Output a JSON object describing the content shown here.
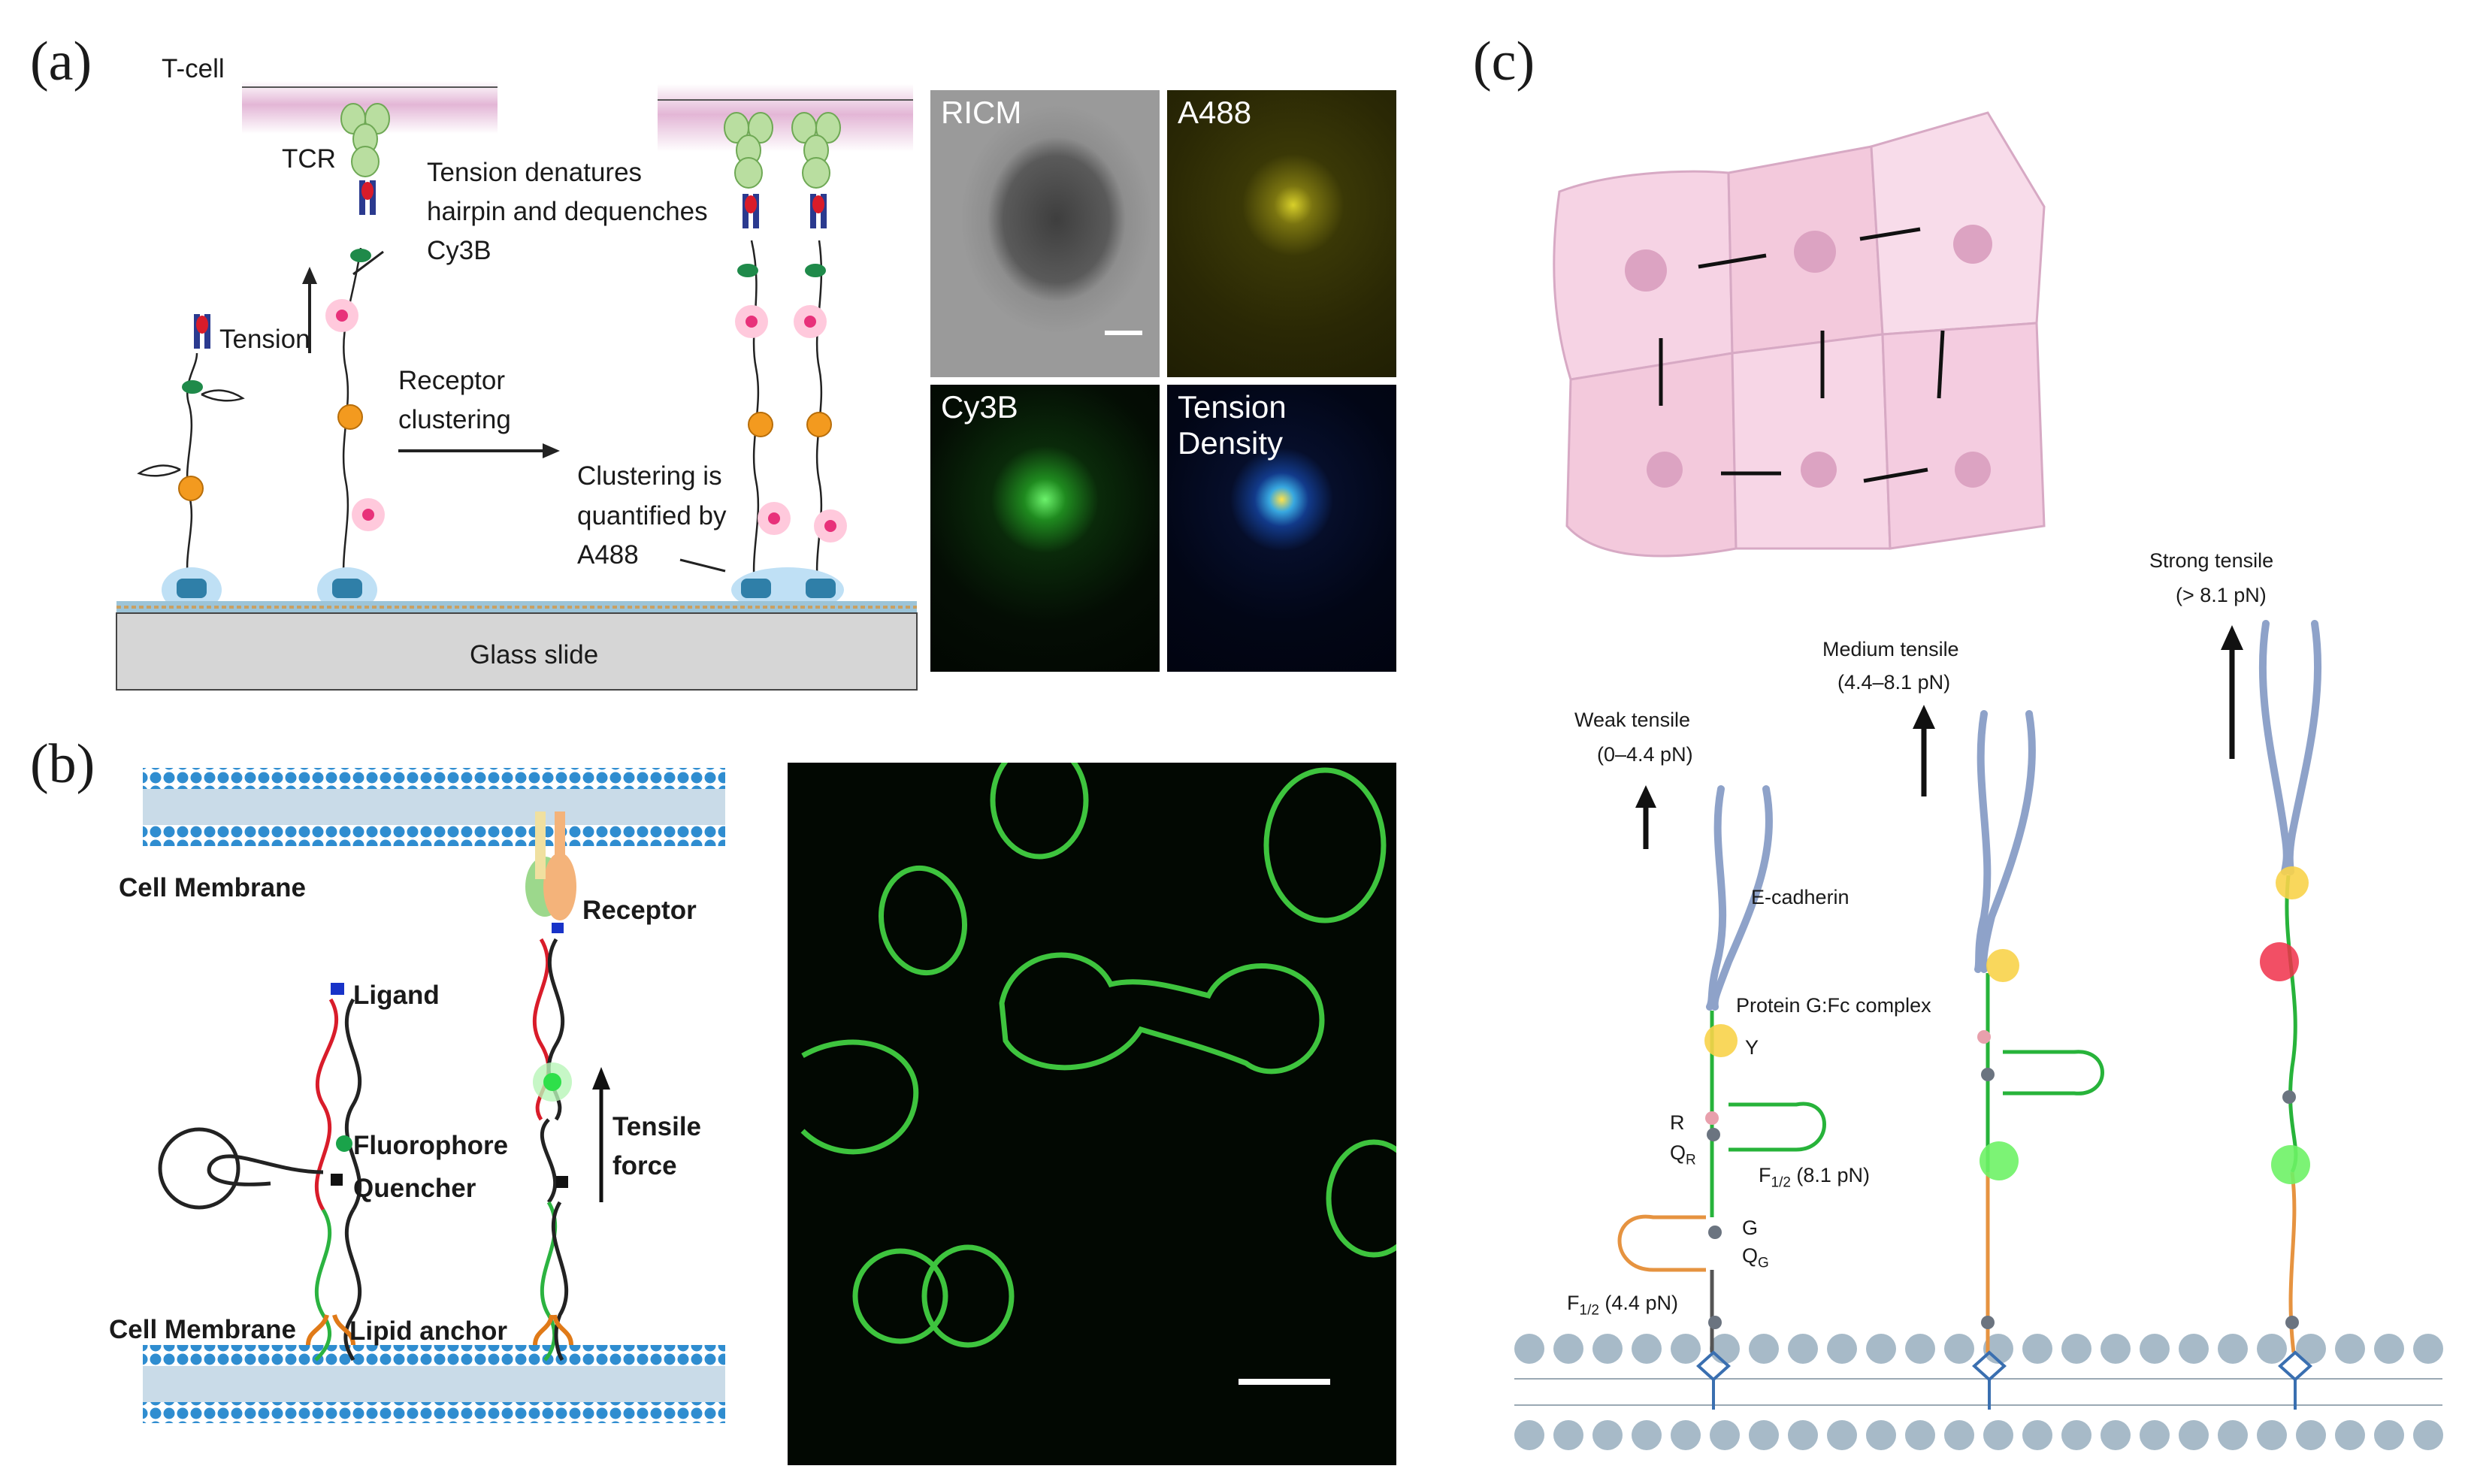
{
  "panel_a": {
    "letter": "(a)",
    "t_cell": "T-cell",
    "tcr": "TCR",
    "tension_denature_1": "Tension denatures",
    "tension_denature_2": "hairpin and dequenches",
    "tension_denature_3": "Cy3B",
    "tension": "Tension",
    "receptor_clustering_1": "Receptor",
    "receptor_clustering_2": "clustering",
    "clustering_q_1": "Clustering is",
    "clustering_q_2": "quantified by",
    "clustering_q_3": "A488",
    "glass_slide": "Glass slide",
    "micro": {
      "ricm": "RICM",
      "a488": "A488",
      "cy3b": "Cy3B",
      "tension_density": "Tension Density"
    }
  },
  "panel_b": {
    "letter": "(b)",
    "cell_membrane_top": "Cell Membrane",
    "cell_membrane_bottom": "Cell Membrane",
    "receptor": "Receptor",
    "ligand": "Ligand",
    "fluorophore": "Fluorophore",
    "quencher": "Quencher",
    "lipid_anchor": "Lipid anchor",
    "tensile_1": "Tensile",
    "tensile_2": "force"
  },
  "panel_c": {
    "letter": "(c)",
    "weak_1": "Weak tensile",
    "weak_2": "(0–4.4 pN)",
    "medium_1": "Medium tensile",
    "medium_2": "(4.4–8.1 pN)",
    "strong_1": "Strong tensile",
    "strong_2": "(> 8.1 pN)",
    "e_cadherin": "E-cadherin",
    "protein_g": "Protein G:Fc complex",
    "y": "Y",
    "r": "R",
    "qr_q": "Q",
    "qr_sub": "R",
    "g": "G",
    "qg_q": "Q",
    "qg_sub": "G",
    "f81_f": "F",
    "f81_sub": "1/2",
    "f81_val": " (8.1 pN)",
    "f44_f": "F",
    "f44_sub": "1/2",
    "f44_val": " (4.4 pN)"
  },
  "colors": {
    "membrane_pink": "#d9a5c8",
    "dna_red": "#d62d2d",
    "dna_green": "#2fbf3a",
    "dna_orange": "#e6913a",
    "lipid_blue": "#3a8fc8",
    "cell_pink": "#f3c8dd"
  }
}
